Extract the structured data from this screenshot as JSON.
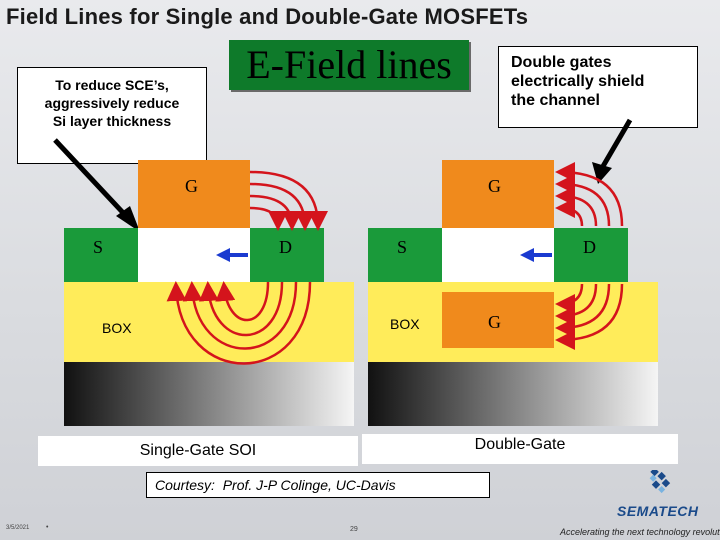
{
  "slide": {
    "title": "Field Lines for Single and Double-Gate MOSFETs",
    "efield_label": "E-Field lines"
  },
  "callouts": {
    "left": [
      "To reduce SCE’s,",
      "aggressively reduce",
      "Si layer thickness"
    ],
    "right": [
      "Double gates",
      "electrically shield",
      "the channel"
    ]
  },
  "single_gate": {
    "gate": "G",
    "source": "S",
    "drain": "D",
    "box": "BOX",
    "caption": "Single-Gate SOI"
  },
  "double_gate": {
    "top_gate": "G",
    "source": "S",
    "drain": "D",
    "box": "BOX",
    "bottom_gate": "G",
    "caption": "Double-Gate"
  },
  "courtesy": "Courtesy:  Prof. J-P Colinge, UC-Davis",
  "footer": {
    "date": "3/5/2021",
    "dot": "•",
    "page": "29",
    "tagline": "Accelerating the next technology revolution."
  },
  "logo": {
    "name": "SEMATECH"
  },
  "colors": {
    "gate": "#f08a1c",
    "source_drain": "#1a9a3a",
    "box": "#ffec5a",
    "field_lines": "#d4141c",
    "arrow": "#1a3ad0",
    "efield_bg": "#0e7a2a"
  }
}
